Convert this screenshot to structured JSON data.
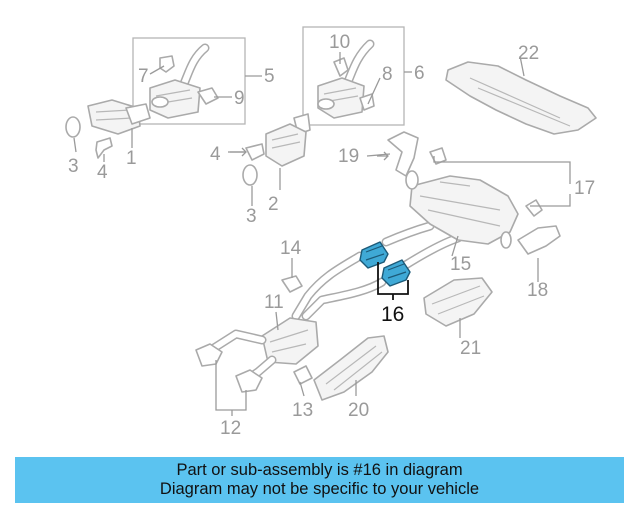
{
  "diagram": {
    "callouts": {
      "c1": "1",
      "c2": "2",
      "c3a": "3",
      "c3b": "3",
      "c4a": "4",
      "c4b": "4",
      "c5": "5",
      "c6": "6",
      "c7": "7",
      "c8": "8",
      "c9": "9",
      "c10": "10",
      "c11": "11",
      "c12": "12",
      "c13": "13",
      "c14": "14",
      "c15": "15",
      "c16": "16",
      "c17": "17",
      "c18": "18",
      "c19": "19",
      "c20": "20",
      "c21": "21",
      "c22": "22"
    },
    "highlighted_part": "16",
    "highlight_color": "#3fa9d6"
  },
  "banner": {
    "line1": "Part or sub-assembly is #16 in diagram",
    "line2": "Diagram may not be specific to your vehicle",
    "background": "#5bc3f0"
  }
}
